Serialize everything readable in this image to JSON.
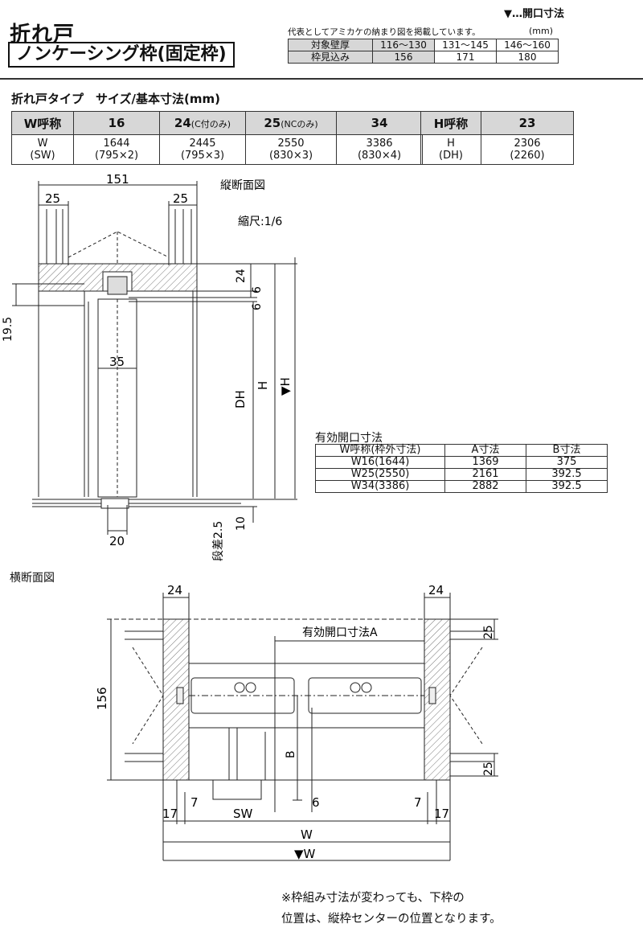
{
  "header": {
    "title": "折れ戸",
    "subtitle": "ノンケーシング枠(固定枠)",
    "legend": "▼…開口寸法",
    "note": "代表としてアミカケの納まり図を掲載しています。",
    "unit": "(mm)"
  },
  "wall_table": {
    "row1_label": "対象壁厚",
    "row1": [
      "116〜130",
      "131〜145",
      "146〜160"
    ],
    "row2_label": "枠見込み",
    "row2": [
      "156",
      "171",
      "180"
    ]
  },
  "size_section": {
    "title": "折れ戸タイプ　サイズ/基本寸法(mm)",
    "w_label": "W呼称",
    "cols": [
      {
        "num": "16",
        "suffix": ""
      },
      {
        "num": "24",
        "suffix": "(C付のみ)"
      },
      {
        "num": "25",
        "suffix": "(NCのみ)"
      },
      {
        "num": "34",
        "suffix": ""
      }
    ],
    "w_row_label1": "W",
    "w_row_label2": "(SW)",
    "w_values": [
      {
        "a": "1644",
        "b": "(795×2)"
      },
      {
        "a": "2445",
        "b": "(795×3)"
      },
      {
        "a": "2550",
        "b": "(830×3)"
      },
      {
        "a": "3386",
        "b": "(830×4)"
      }
    ],
    "h_label": "H呼称",
    "h_col": "23",
    "h_row_label1": "H",
    "h_row_label2": "(DH)",
    "h_value1": "2306",
    "h_value2": "(2260)"
  },
  "vertical": {
    "title": "縦断面図",
    "scale": "縮尺:1/6",
    "dims": {
      "d151": "151",
      "d25a": "25",
      "d25b": "25",
      "d24": "24",
      "d6a": "6",
      "d6b": "6",
      "d19_5": "19.5",
      "d35": "35",
      "dDH": "DH",
      "dH": "H",
      "dH2": "▼H",
      "d20": "20",
      "d10": "10",
      "step": "段差2.5"
    }
  },
  "effective": {
    "title": "有効開口寸法",
    "headers": [
      "W呼称(枠外寸法)",
      "A寸法",
      "B寸法"
    ],
    "rows": [
      [
        "W16(1644)",
        "1369",
        "375"
      ],
      [
        "W25(2550)",
        "2161",
        "392.5"
      ],
      [
        "W34(3386)",
        "2882",
        "392.5"
      ]
    ]
  },
  "horizontal": {
    "title": "横断面図",
    "dims": {
      "d24a": "24",
      "d24b": "24",
      "d25a": "25",
      "d25b": "25",
      "d156": "156",
      "openA": "有効開口寸法A",
      "B": "B",
      "d7a": "7",
      "d7b": "7",
      "d6": "6",
      "d17a": "17",
      "d17b": "17",
      "SW": "SW",
      "W": "W",
      "W2": "▼W"
    }
  },
  "footnote": {
    "line1": "※枠組み寸法が変わっても、下枠の",
    "line2": "位置は、縦枠センターの位置となります。"
  }
}
